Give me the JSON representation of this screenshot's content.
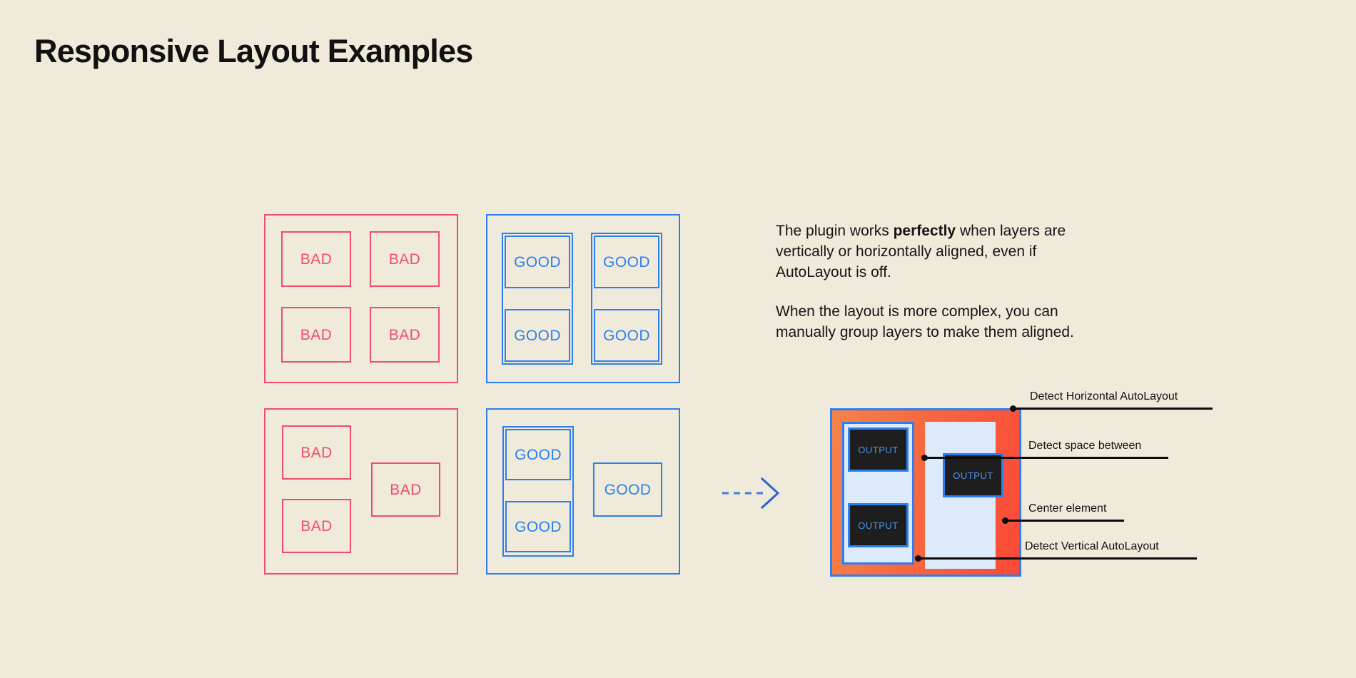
{
  "page": {
    "title": "Responsive Layout Examples",
    "background_color": "#F0EADA",
    "bad_color": "#F04E66",
    "good_color": "#2B7FF0",
    "text_color": "#141414"
  },
  "examples": {
    "bad_label": "BAD",
    "good_label": "GOOD",
    "top_bad_panel": {
      "cells": [
        "BAD",
        "BAD",
        "BAD",
        "BAD"
      ]
    },
    "top_good_panel": {
      "cells": [
        "GOOD",
        "GOOD",
        "GOOD",
        "GOOD"
      ]
    },
    "bottom_bad_panel": {
      "cells": [
        "BAD",
        "BAD",
        "BAD"
      ]
    },
    "bottom_good_panel": {
      "cells": [
        "GOOD",
        "GOOD",
        "GOOD"
      ]
    }
  },
  "copy": {
    "paragraph_1_part_1": "The plugin works ",
    "paragraph_1_bold": "perfectly",
    "paragraph_1_part_2": " when layers are vertically or horizontally aligned, even if AutoLayout is off.",
    "paragraph_2": "When the layout is more complex, you can manually group layers to make them aligned."
  },
  "arrow": {
    "icon": "dashed-arrow-right-icon",
    "color": "#2B6FE0"
  },
  "composite": {
    "frame_gradient_from": "#F5834C",
    "frame_gradient_to": "#FB4A38",
    "frame_border_color": "#2B7FF0",
    "panel_fill": "#DCEAFB",
    "output_label": "OUTPUT",
    "output_box_fill": "#1E1E1E",
    "output_text_color": "#4D94EA",
    "outputs": [
      "OUTPUT",
      "OUTPUT",
      "OUTPUT"
    ]
  },
  "annotations": [
    {
      "label": "Detect Horizontal AutoLayout"
    },
    {
      "label": "Detect space between"
    },
    {
      "label": "Center element"
    },
    {
      "label": "Detect Vertical AutoLayout"
    }
  ]
}
